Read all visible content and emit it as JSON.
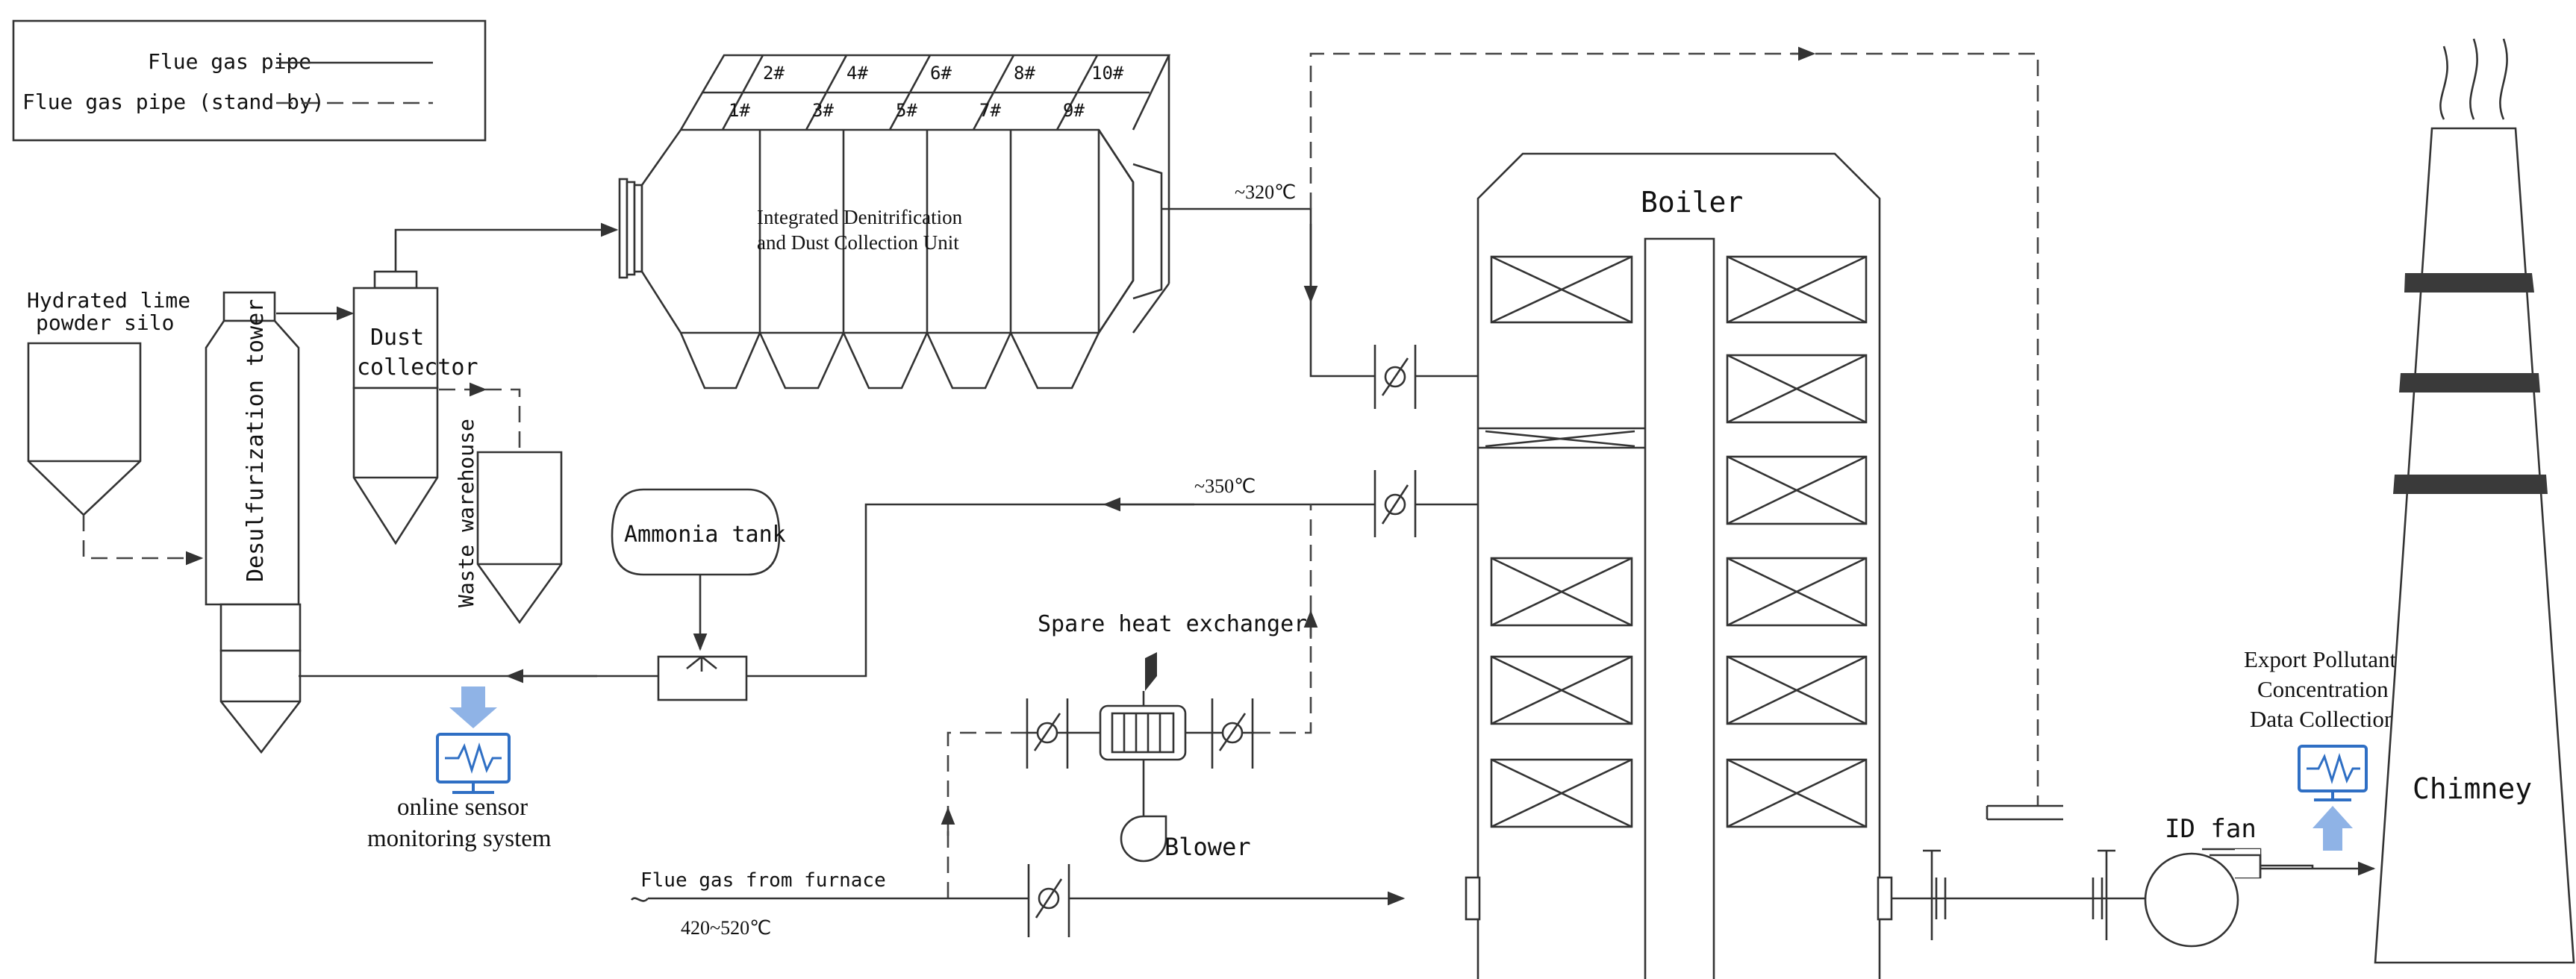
{
  "legend": {
    "solid_label": "Flue gas pipe",
    "dashed_label": "Flue gas pipe (stand by)"
  },
  "equipment": {
    "silo": "Hydrated lime\npowder silo",
    "desulfurization_tower": "Desulfurization tower",
    "dust_collector": "Dust\ncollector",
    "waste_warehouse": "Waste warehouse",
    "integrated_unit": "Integrated Denitrification\nand Dust Collection Unit",
    "ammonia_tank": "Ammonia tank",
    "spare_heat_exchanger": "Spare heat exchanger",
    "blower": "Blower",
    "boiler": "Boiler",
    "id_fan": "ID fan",
    "chimney": "Chimney",
    "online_monitoring": "online sensor\nmonitoring system",
    "export_collection": "Export Pollutant\nConcentration\nData Collection",
    "flue_gas_inlet": "Flue gas from furnace"
  },
  "compartments": {
    "top": [
      "2#",
      "4#",
      "6#",
      "8#",
      "10#"
    ],
    "bottom": [
      "1#",
      "3#",
      "5#",
      "7#",
      "9#"
    ]
  },
  "temperatures": {
    "t320": "~320℃",
    "t350": "~350℃",
    "t_inlet": "420~520℃"
  },
  "colors": {
    "line": "#333333",
    "chimney_stripe": "#3a3a3a",
    "monitor_blue": "#2f6fc4",
    "arrow_blue": "#8fb3e6"
  },
  "icons": [
    "monitor-icon",
    "upload-arrow-icon",
    "download-arrow-icon"
  ]
}
